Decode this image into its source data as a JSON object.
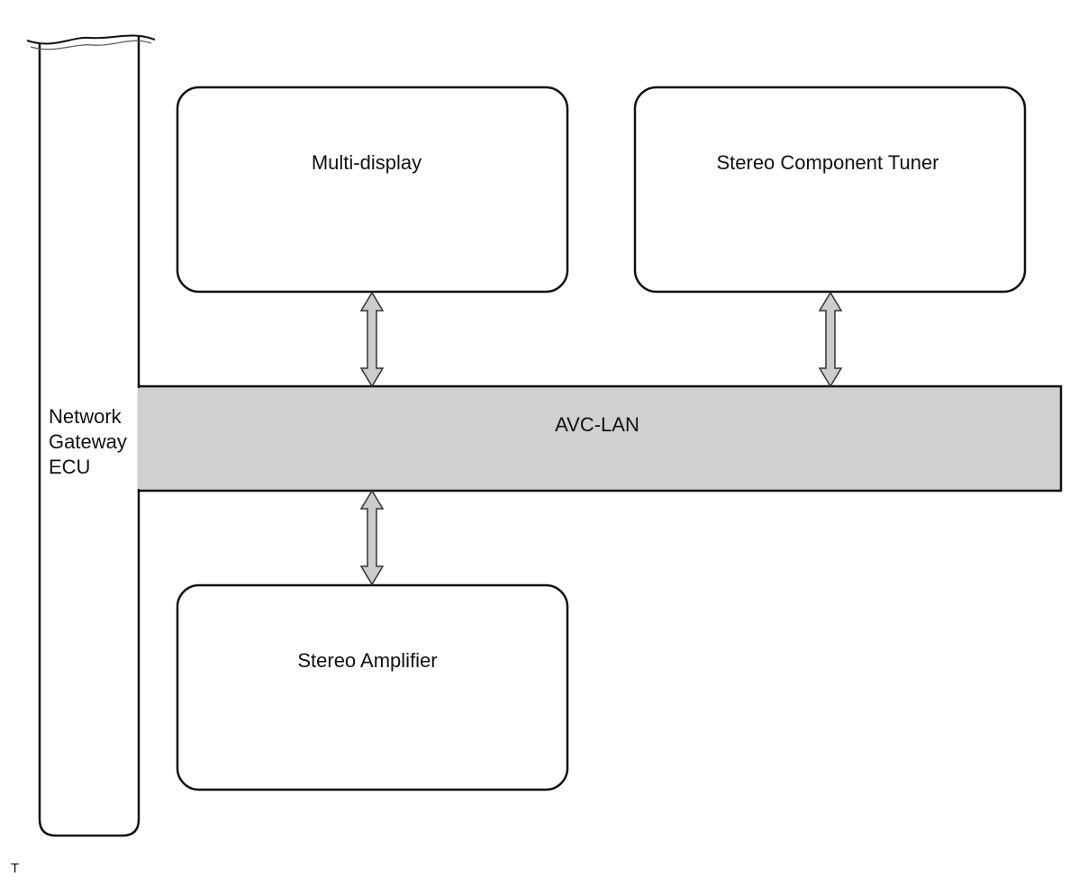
{
  "diagram": {
    "ecu": {
      "lines": [
        "Network",
        "Gateway",
        "ECU"
      ]
    },
    "bus": {
      "label": "AVC-LAN",
      "fill": "#d0d0d0"
    },
    "boxes": {
      "multi_display": "Multi-display",
      "tuner": "Stereo Component Tuner",
      "amplifier": "Stereo Amplifier"
    },
    "arrow_fill": "#cccccc",
    "corner_mark": "T"
  }
}
